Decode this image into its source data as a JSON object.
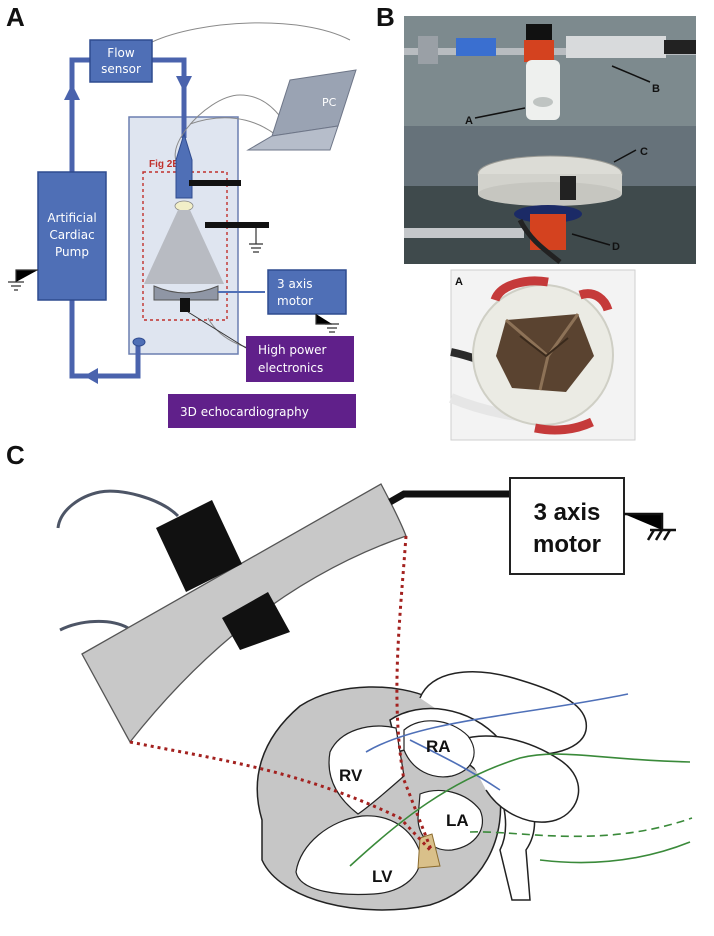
{
  "panels": {
    "a": "A",
    "b": "B",
    "c": "C"
  },
  "panel_a": {
    "flow_sensor": [
      "Flow",
      "sensor"
    ],
    "pump": [
      "Artificial",
      "Cardiac",
      "Pump"
    ],
    "pc": "PC",
    "fig_label": "Fig 2B",
    "motor": [
      "3 axis",
      "motor"
    ],
    "high_power": [
      "High power",
      "electronics"
    ],
    "echo": "3D echocardiography"
  },
  "panel_b": {
    "callouts": [
      "A",
      "B",
      "C",
      "D"
    ],
    "inset_label": "A"
  },
  "panel_c": {
    "motor": [
      "3 axis",
      "motor"
    ],
    "chambers": {
      "rv": "RV",
      "ra": "RA",
      "la": "LA",
      "lv": "LV"
    }
  },
  "colors": {
    "flow_blue": "#4a63ad",
    "box_blue": "#4f6fb6",
    "purple": "#60208a",
    "tank": "#dfe5f0",
    "dotted_red": "#a3211f",
    "probe_gray": "#c8c8c8",
    "heart_gray": "#c6c6c6",
    "green": "#3a8a3a"
  }
}
